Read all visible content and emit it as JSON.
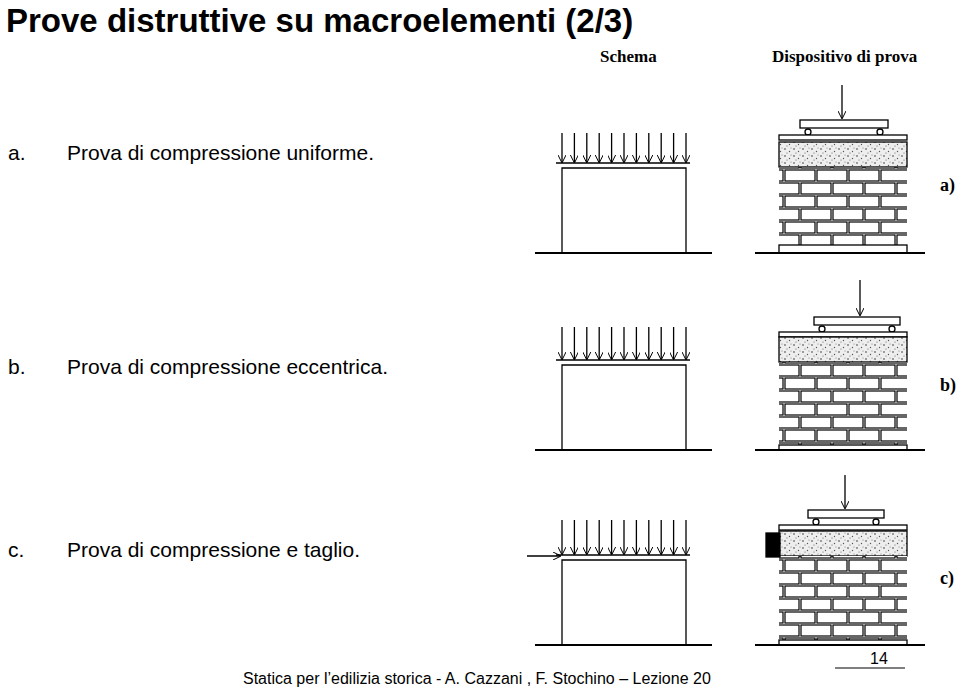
{
  "diagram": {
    "title": "Prove distruttive su macroelementi (2/3)",
    "labels": [
      "Schema",
      "Dispositivo di prova",
      "a.",
      "Prova di compressione uniforme.",
      "a)",
      "b.",
      "Prova di compressione eccentrica.",
      "b)",
      "c.",
      "Prova di compressione e taglio.",
      "c)",
      "14",
      "Statica per l’edilizia storica - A. Cazzani , F. Stochino – Lezione 20"
    ]
  }
}
